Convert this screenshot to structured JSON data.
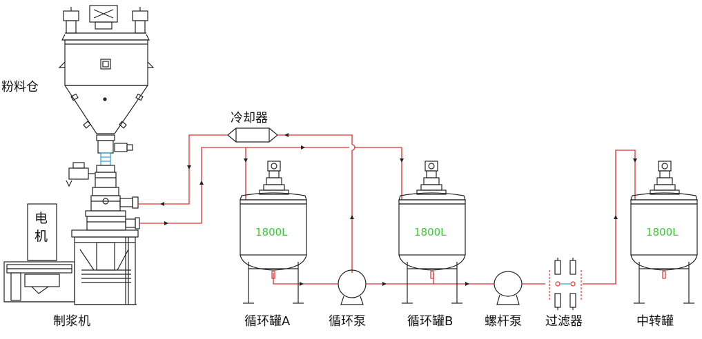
{
  "labels": {
    "powder_silo": "粉料仓",
    "motor": "电机",
    "pulper": "制浆机",
    "cooler": "冷却器",
    "tank_a": "循环罐A",
    "circ_pump": "循环泵",
    "tank_b": "循环罐B",
    "screw_pump": "螺杆泵",
    "filter": "过滤器",
    "transfer_tank": "中转罐"
  },
  "tank_capacity": {
    "tank_a": "1800L",
    "tank_b": "1800L",
    "transfer_tank": "1800L"
  },
  "colors": {
    "line": "#222222",
    "pipe": "#e03030",
    "capacity": "#33cc33",
    "accent": "#2a9fd6"
  }
}
